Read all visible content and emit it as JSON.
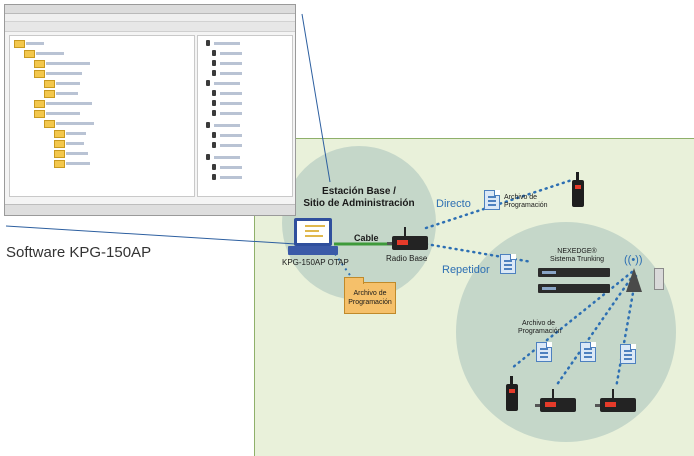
{
  "labels": {
    "software": "Software KPG-150AP",
    "station_title_1": "Estación Base /",
    "station_title_2": "Sitio de Administración",
    "cable": "Cable",
    "radio_base": "Radio Base",
    "otap": "KPG-150AP OTAP",
    "archivo_folder_1": "Archivo de",
    "archivo_folder_2": "Programación",
    "directo": "Directo",
    "archivo_directo_1": "Archivo de",
    "archivo_directo_2": "Programación",
    "repetidor": "Repetidor",
    "nexedge_1": "NEXEDGE®",
    "nexedge_2": "Sistema Trunking",
    "archivo_trunk_1": "Archivo de",
    "archivo_trunk_2": "Programación"
  },
  "colors": {
    "panel_bg": "#e9f1da",
    "circle": "#c5d7c9",
    "link_blue": "#2d6fb3",
    "cable_green": "#3e9a3a",
    "folder": "#f5c06a"
  },
  "icons": [
    "window-screenshot",
    "monitor-icon",
    "folder-icon",
    "document-icon",
    "handheld-radio-icon",
    "mobile-radio-icon",
    "trunking-rack-icon",
    "antenna-tower-icon"
  ]
}
